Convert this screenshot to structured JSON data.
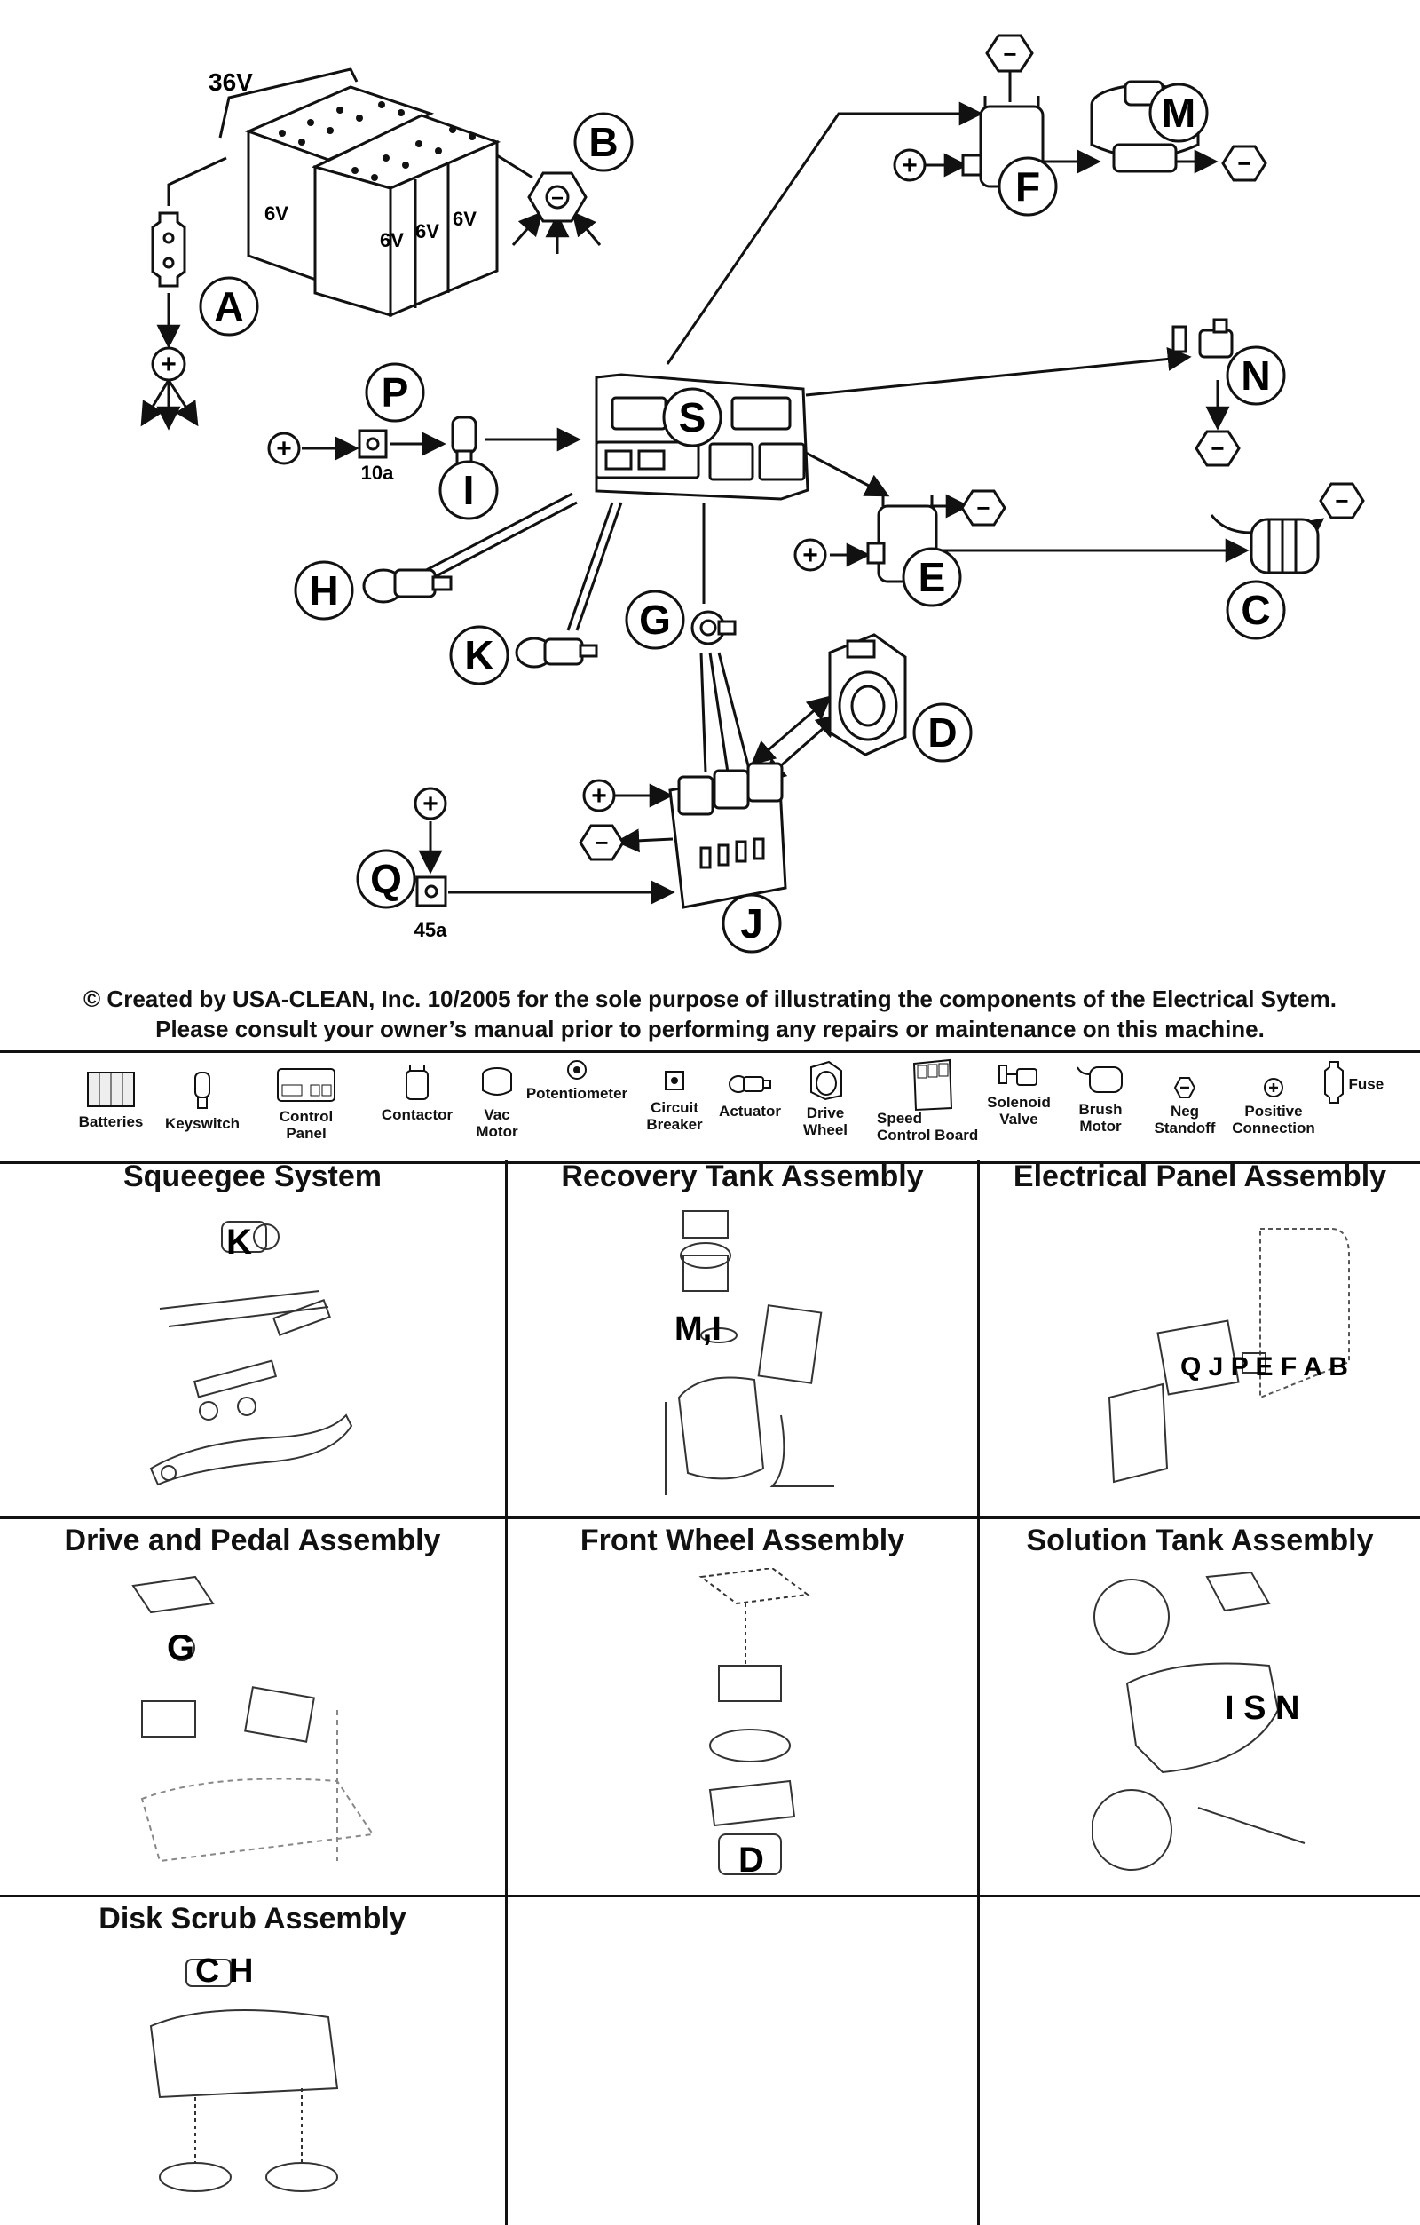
{
  "diagram": {
    "battery": {
      "pack_label": "36V",
      "cell_label": "6V"
    },
    "callouts": [
      "A",
      "B",
      "C",
      "D",
      "E",
      "F",
      "G",
      "H",
      "I",
      "J",
      "K",
      "M",
      "N",
      "P",
      "Q",
      "S"
    ],
    "breaker_p_rating": "10a",
    "breaker_q_rating": "45a",
    "plus_symbol": "+",
    "minus_symbol": "−"
  },
  "copyright": {
    "line1": "© Created by USA-CLEAN, Inc. 10/2005 for the sole purpose of illustrating the components of the Electrical Sytem.",
    "line2": "Please consult your owner’s manual prior to performing any repairs or maintenance on this machine."
  },
  "legend": [
    {
      "line1": "Batteries",
      "line2": "",
      "icon": "batteries-icon"
    },
    {
      "line1": "Keyswitch",
      "line2": "",
      "icon": "keyswitch-icon"
    },
    {
      "line1": "Control",
      "line2": "Panel",
      "icon": "control-panel-icon"
    },
    {
      "line1": "Contactor",
      "line2": "",
      "icon": "contactor-icon"
    },
    {
      "line1": "Vac",
      "line2": "Motor",
      "icon": "vac-motor-icon"
    },
    {
      "line1": "Potentiometer",
      "line2": "",
      "icon": "potentiometer-icon"
    },
    {
      "line1": "Circuit",
      "line2": "Breaker",
      "icon": "circuit-breaker-icon"
    },
    {
      "line1": "Actuator",
      "line2": "",
      "icon": "actuator-icon"
    },
    {
      "line1": "Drive",
      "line2": "Wheel",
      "icon": "drive-wheel-icon"
    },
    {
      "line1": "Speed",
      "line2": "Control Board",
      "icon": "speed-control-board-icon"
    },
    {
      "line1": "Solenoid",
      "line2": "Valve",
      "icon": "solenoid-valve-icon"
    },
    {
      "line1": "Brush",
      "line2": "Motor",
      "icon": "brush-motor-icon"
    },
    {
      "line1": "Neg",
      "line2": "Standoff",
      "icon": "neg-standoff-icon"
    },
    {
      "line1": "Positive",
      "line2": "Connection",
      "icon": "positive-connection-icon"
    },
    {
      "line1": "Fuse",
      "line2": "",
      "icon": "fuse-icon"
    }
  ],
  "assemblies": [
    {
      "title": "Squeegee System",
      "callout": "K"
    },
    {
      "title": "Recovery Tank Assembly",
      "callout": "M,I"
    },
    {
      "title": "Electrical Panel Assembly",
      "callout": "Q J P E F A B"
    },
    {
      "title": "Drive and Pedal Assembly",
      "callout": "G"
    },
    {
      "title": "Front Wheel Assembly",
      "callout": "D"
    },
    {
      "title": "Solution Tank Assembly",
      "callout": "I S N"
    },
    {
      "title": "Disk Scrub Assembly",
      "callout": "C H"
    }
  ]
}
